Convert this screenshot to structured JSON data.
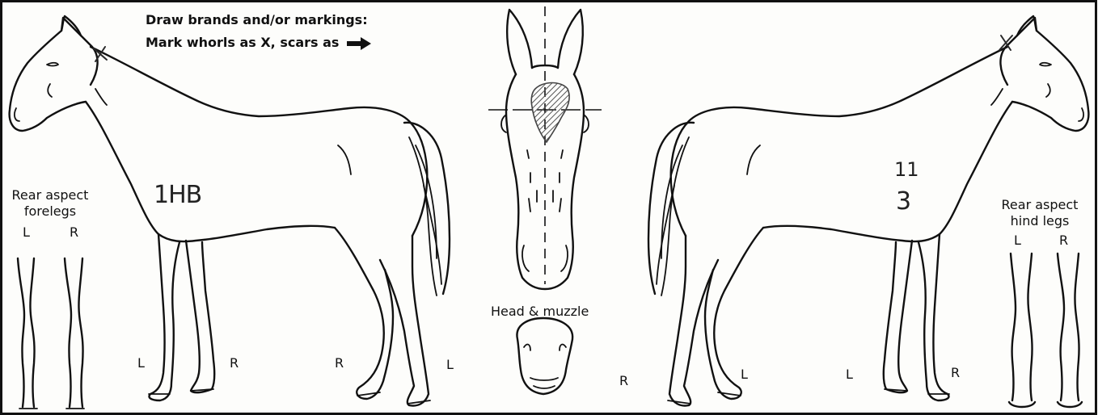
{
  "instructions": {
    "line1": "Draw brands and/or markings:",
    "line2": "Mark whorls as X, scars as"
  },
  "labels": {
    "rear_aspect_forelegs_1": "Rear aspect",
    "rear_aspect_forelegs_2": "forelegs",
    "forelegs_left": "L",
    "forelegs_right": "R",
    "left_horse_near_fore": "L",
    "left_horse_far_fore": "R",
    "left_horse_far_hind": "R",
    "left_horse_near_hind": "L",
    "head_muzzle": "Head & muzzle",
    "right_horse_near_hind": "R",
    "right_horse_far_hind": "L",
    "right_horse_far_fore": "L",
    "right_horse_near_fore": "R",
    "rear_aspect_hind_1": "Rear aspect",
    "rear_aspect_hind_2": "hind legs",
    "hind_left": "L",
    "hind_right": "R"
  },
  "handwriting": {
    "left_brand": "1HB",
    "right_brand_top": "11",
    "right_brand_bottom": "3"
  },
  "colors": {
    "ink": "#111111",
    "paper": "#fdfdfb",
    "hatch": "#555555"
  }
}
